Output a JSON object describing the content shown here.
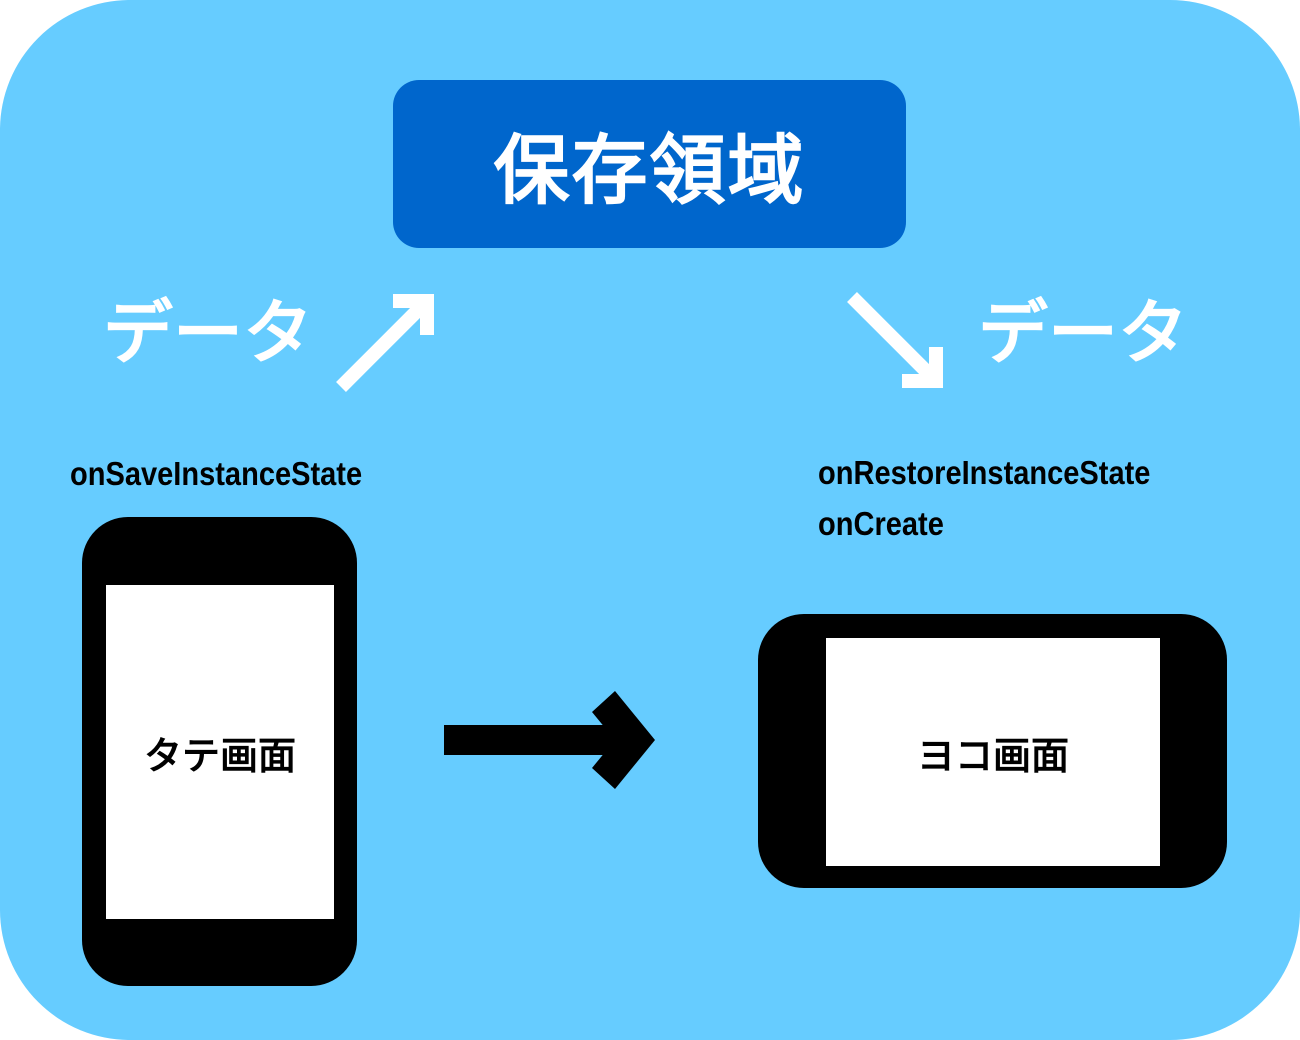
{
  "storage": {
    "title": "保存領域"
  },
  "data_labels": {
    "left": "データ",
    "right": "データ"
  },
  "callbacks": {
    "save": "onSaveInstanceState",
    "restore": "onRestoreInstanceState",
    "create": "onCreate"
  },
  "screens": {
    "portrait": "タテ画面",
    "landscape": "ヨコ画面"
  },
  "colors": {
    "background": "#66ccff",
    "storage_box": "#0066cc",
    "device": "#000000",
    "screen": "#ffffff"
  },
  "icons": {
    "up_arrow": "arrow-up-right-icon",
    "down_arrow": "arrow-down-right-icon",
    "rotation_arrow": "arrow-right-icon"
  }
}
